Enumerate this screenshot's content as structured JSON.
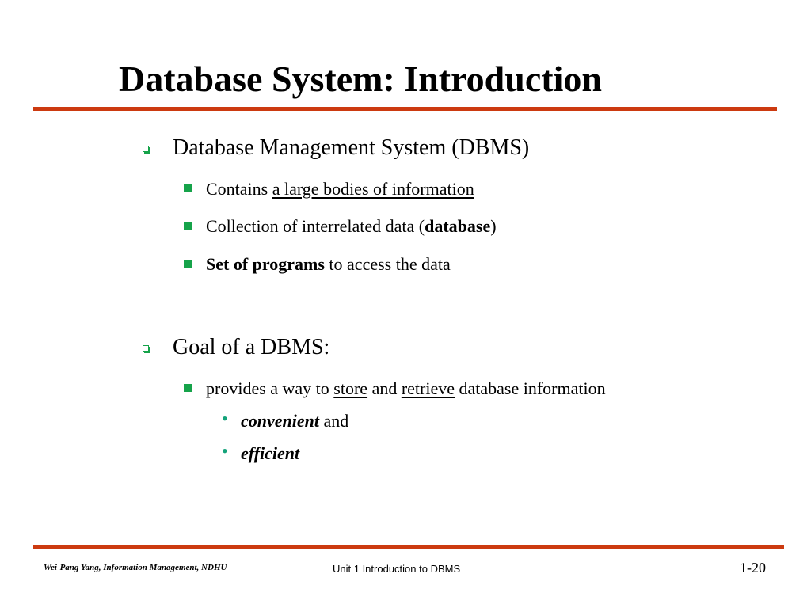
{
  "slide": {
    "title": "Database System: Introduction",
    "accent_color": "#cc3a10",
    "bullet_color": "#16a34a",
    "dot_color": "#14a37a"
  },
  "sections": [
    {
      "heading": "Database Management System (DBMS)",
      "items": [
        {
          "prefix": "Contains ",
          "underlined": "a large bodies of information"
        },
        {
          "prefix": "Collection of interrelated data (",
          "bold": "database",
          "suffix": ")"
        },
        {
          "bold": "Set of programs",
          "suffix": " to access the data"
        }
      ]
    },
    {
      "heading": "Goal of a DBMS:",
      "items": [
        {
          "prefix": "provides a way to ",
          "underlined1": "store",
          "middle": " and ",
          "underlined2": "retrieve",
          "suffix": " database information"
        }
      ],
      "subitems": [
        {
          "emph": "convenient",
          "suffix": " and"
        },
        {
          "emph": "efficient"
        }
      ]
    }
  ],
  "footer": {
    "author": "Wei-Pang Yang, Information Management, NDHU",
    "unit": "Unit 1  Introduction to DBMS",
    "page": "1-20"
  }
}
